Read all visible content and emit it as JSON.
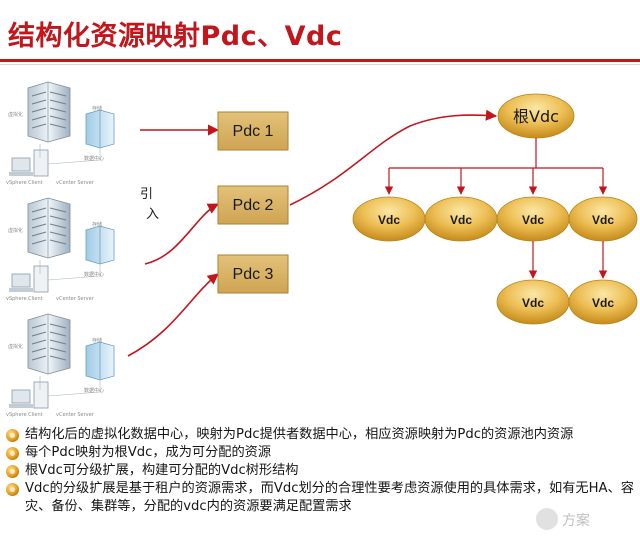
{
  "title": "结构化资源映射Pdc、Vdc",
  "datacenters": [
    {
      "id": "dc-1",
      "label_a": "虚拟化",
      "label_b": "数据中心",
      "label_c": "存储",
      "footer": "vSphere Client",
      "footer2": "vCenter Server"
    },
    {
      "id": "dc-2",
      "label_a": "虚拟化",
      "label_b": "数据中心",
      "label_c": "存储",
      "footer": "vSphere Client",
      "footer2": "vCenter Server"
    },
    {
      "id": "dc-3",
      "label_a": "虚拟化",
      "label_b": "数据中心",
      "label_c": "存储",
      "footer": "vSphere Client",
      "footer2": "vCenter Server"
    }
  ],
  "pdc_boxes": [
    {
      "label": "Pdc 1"
    },
    {
      "label": "Pdc 2"
    },
    {
      "label": "Pdc 3"
    }
  ],
  "intro_label": "引\n入",
  "root_vdc": "根Vdc",
  "vdc_row1": [
    "Vdc",
    "Vdc",
    "Vdc",
    "Vdc"
  ],
  "vdc_row2": [
    "Vdc",
    "Vdc"
  ],
  "bullets": [
    "结构化后的虚拟化数据中心，映射为Pdc提供者数据中心，相应资源映射为Pdc的资源池内资源",
    "每个Pdc映射为根Vdc，成为可分配的资源",
    "根Vdc可分级扩展，构建可分配的Vdc树形结构",
    "Vdc的分级扩展是基于租户的资源需求，而Vdc划分的合理性要考虑资源使用的具体需求，如有无HA、容灾、备份、集群等，分配的vdc内的资源要满足配置需求"
  ],
  "watermark": "方案",
  "colors": {
    "title_red": "#c0161c",
    "arrow_red": "#c0161c",
    "pdc_fill": "#dcb86a",
    "pdc_border": "#b08b3a",
    "vdc_fill": "#e7b23a",
    "vdc_light": "#f7dc8c"
  },
  "icons": {
    "server": "server-rack-icon",
    "storage": "storage-array-icon",
    "client": "client-workstation-icon",
    "bullet": "gold-circle-bullet-icon"
  }
}
